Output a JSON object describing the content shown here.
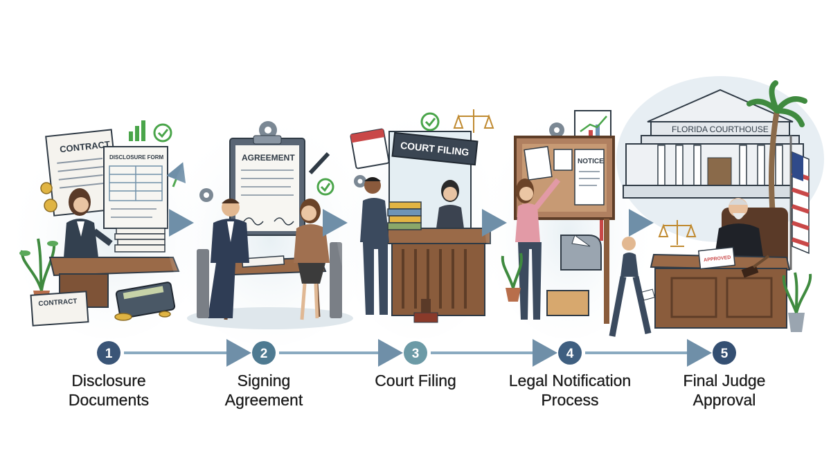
{
  "steps": [
    {
      "number": "1",
      "label": "Disclosure\nDocuments",
      "color": "#3a5577"
    },
    {
      "number": "2",
      "label": "Signing\nAgreement",
      "color": "#4e7a91"
    },
    {
      "number": "3",
      "label": "Court Filing",
      "color": "#6c9aa6"
    },
    {
      "number": "4",
      "label": "Legal Notification\nProcess",
      "color": "#3f5f80"
    },
    {
      "number": "5",
      "label": "Final Judge\nApproval",
      "color": "#344f72"
    }
  ],
  "scene1": {
    "doc_contract": "CONTRACT",
    "doc_form": "DISCLOSURE FORM",
    "doc_small": "CONTRACT"
  },
  "scene2": {
    "doc_agreement": "AGREEMENT"
  },
  "scene3": {
    "sign": "COURT FILING"
  },
  "scene4": {
    "notice": "NOTICE"
  },
  "scene5": {
    "building": "FLORIDA COURTHOUSE",
    "stamp": "APPROVED"
  },
  "colors": {
    "ink": "#2f3a45",
    "suit": "#3b4a5e",
    "wood": "#9a6a48",
    "paper": "#f5f3ee",
    "accent_green": "#4aa54a"
  }
}
